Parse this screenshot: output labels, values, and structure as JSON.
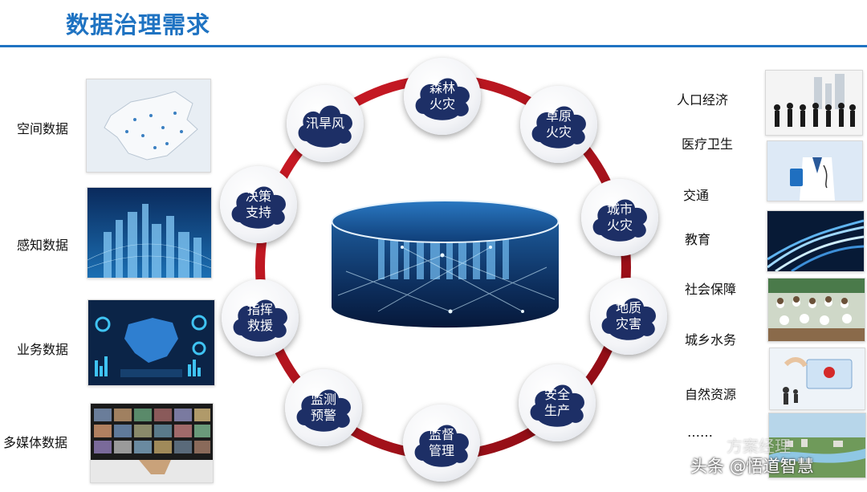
{
  "header": {
    "title": "数据治理需求"
  },
  "left_sources": [
    {
      "label": "空间数据",
      "icon": "china-map-icon"
    },
    {
      "label": "感知数据",
      "icon": "smart-city-icon"
    },
    {
      "label": "业务数据",
      "icon": "dashboard-icon"
    },
    {
      "label": "多媒体数据",
      "icon": "video-wall-icon"
    }
  ],
  "needs": [
    {
      "label": "森林\n火灾"
    },
    {
      "label": "草原\n火灾"
    },
    {
      "label": "城市\n火灾"
    },
    {
      "label": "地质\n灾害"
    },
    {
      "label": "安全\n生产"
    },
    {
      "label": "监督\n管理"
    },
    {
      "label": "监测\n预警"
    },
    {
      "label": "指挥\n救援"
    },
    {
      "label": "决策\n支持"
    },
    {
      "label": "汛旱风"
    }
  ],
  "right_domains": [
    {
      "label": "人口经济"
    },
    {
      "label": "医疗卫生"
    },
    {
      "label": "交通"
    },
    {
      "label": "教育"
    },
    {
      "label": "社会保障"
    },
    {
      "label": "城乡水务"
    },
    {
      "label": "自然资源"
    },
    {
      "label": "……"
    }
  ],
  "watermark": {
    "main": "头条 @悟道智慧",
    "faint": "方案经理"
  },
  "colors": {
    "title": "#1f73c2",
    "ring": "#b3121d",
    "cloud": "#1d2f66"
  }
}
